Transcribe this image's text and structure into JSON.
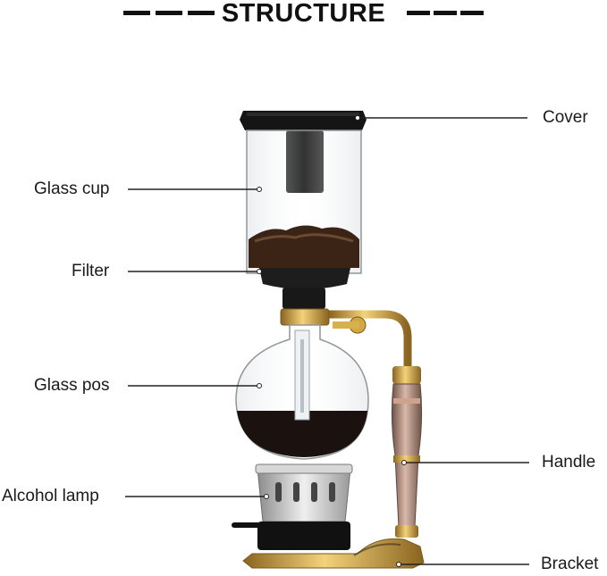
{
  "title": "STRUCTURE",
  "labels": {
    "cover": "Cover",
    "glass_cup": "Glass cup",
    "filter": "Filter",
    "glass_pos": "Glass pos",
    "handle": "Handle",
    "alcohol_lamp": "Alcohol lamp",
    "bracket": "Bracket"
  },
  "colors": {
    "text": "#1a1a1a",
    "line": "#222222",
    "gold": "#c9a13b",
    "coffee": "#1b1210",
    "copper": "#b08a7a",
    "black": "#141414"
  }
}
